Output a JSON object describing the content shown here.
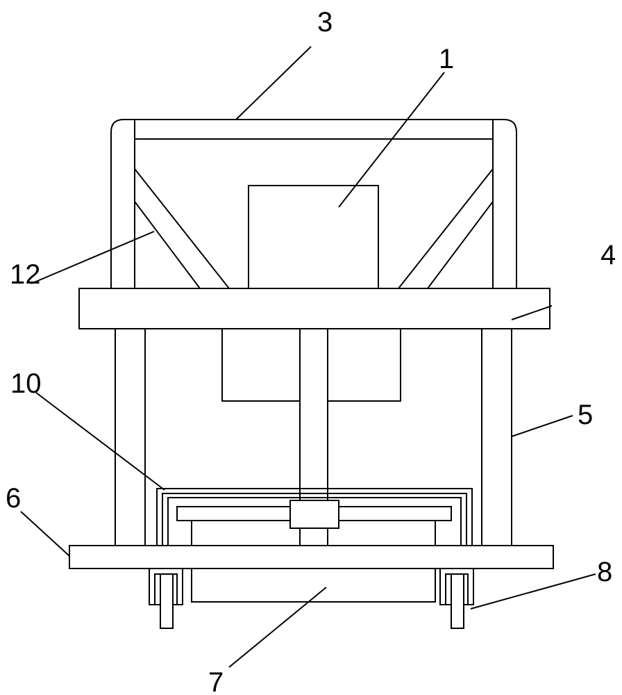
{
  "callouts": {
    "c1": "1",
    "c3": "3",
    "c4": "4",
    "c5": "5",
    "c6": "6",
    "c7": "7",
    "c8": "8",
    "c10": "10",
    "c12": "12"
  },
  "colors": {
    "line": "#000000",
    "background": "#ffffff"
  }
}
